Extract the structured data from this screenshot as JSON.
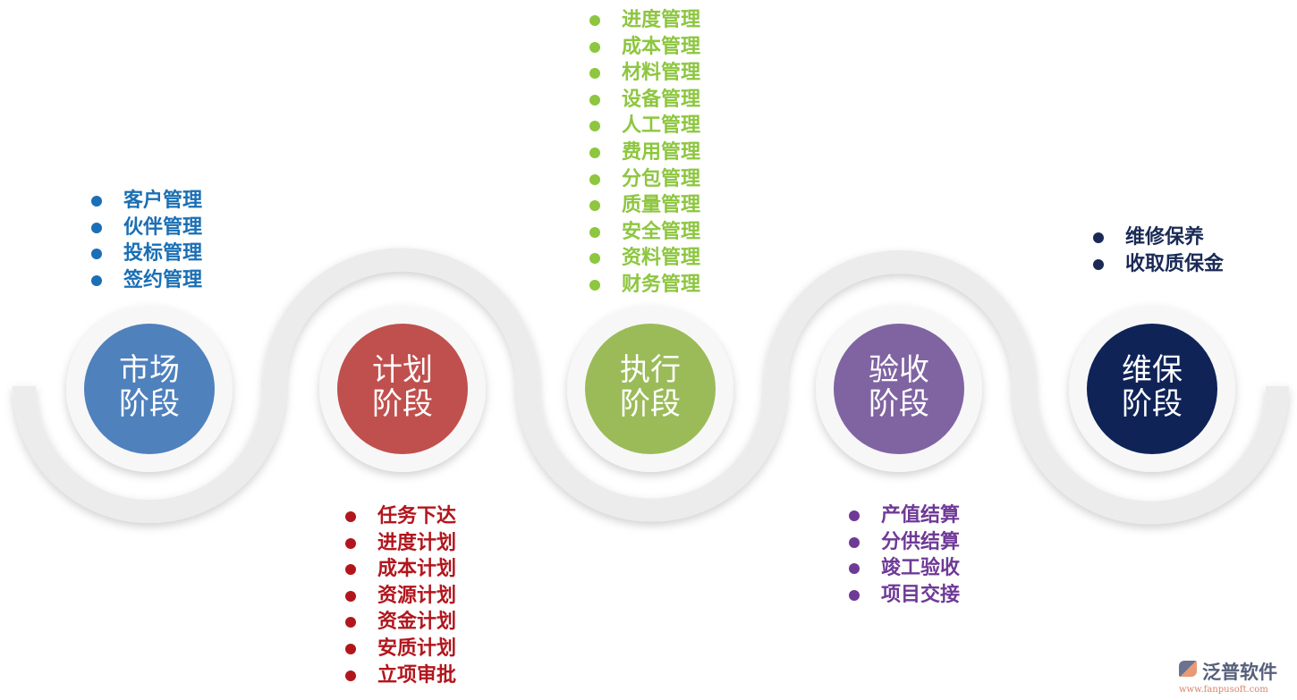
{
  "colors": {
    "wave": "#ececec",
    "disc": "#f8f8f8",
    "market": "#4f81bd",
    "plan": "#c0504d",
    "execute": "#9bbb59",
    "accept": "#8064a2",
    "maintain": "#0f2357"
  },
  "stages": [
    {
      "label_line1": "市场",
      "label_line2": "阶段",
      "color": "#4f81bd",
      "list_color": "#1a6fb5",
      "items": [
        "客户管理",
        "伙伴管理",
        "投标管理",
        "签约管理"
      ]
    },
    {
      "label_line1": "计划",
      "label_line2": "阶段",
      "color": "#c0504d",
      "list_color": "#b2161d",
      "items": [
        "任务下达",
        "进度计划",
        "成本计划",
        "资源计划",
        "资金计划",
        "安质计划",
        "立项审批"
      ]
    },
    {
      "label_line1": "执行",
      "label_line2": "阶段",
      "color": "#9bbb59",
      "list_color": "#8dc63f",
      "items": [
        "进度管理",
        "成本管理",
        "材料管理",
        "设备管理",
        "人工管理",
        "费用管理",
        "分包管理",
        "质量管理",
        "安全管理",
        "资料管理",
        "财务管理"
      ]
    },
    {
      "label_line1": "验收",
      "label_line2": "阶段",
      "color": "#8064a2",
      "list_color": "#6e3a96",
      "items": [
        "产值结算",
        "分供结算",
        "竣工验收",
        "项目交接"
      ]
    },
    {
      "label_line1": "维保",
      "label_line2": "阶段",
      "color": "#0f2357",
      "list_color": "#1a2a55",
      "items": [
        "维修保养",
        "收取质保金"
      ]
    }
  ],
  "logo": {
    "brand": "泛普软件",
    "url": "www.fanpusoft.com"
  }
}
